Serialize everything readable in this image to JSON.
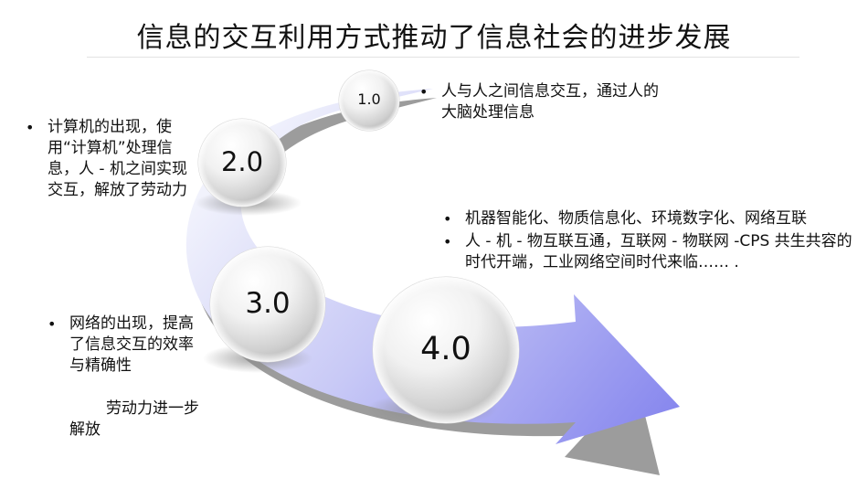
{
  "title": "信息的交互利用方式推动了信息社会的进步发展",
  "stages": [
    {
      "label": "1.0"
    },
    {
      "label": "2.0"
    },
    {
      "label": "3.0"
    },
    {
      "label": "4.0"
    }
  ],
  "notes": {
    "stage1": [
      "人与人之间信息交互，通过人的大脑处理信息"
    ],
    "stage2": [
      "计算机的出现，使用“计算机”处理信息，人 - 机之间实现交互，解放了劳动力"
    ],
    "stage3": [
      "网络的出现，提高了信息交互的效率与精确性"
    ],
    "stage3_extra": "劳动力进一步解放",
    "stage4": [
      "机器智能化、物质信息化、环境数字化、网络互联",
      "人 - 机 - 物互联互通，互联网 - 物联网 -CPS 共生共容的时代开端，工业网络空间时代来临…… ."
    ]
  },
  "colors": {
    "arrow_light": "#eef0fb",
    "arrow_dark": "#8888ee",
    "arrow_shadow": "#9a9a9a",
    "sphere_light": "#ffffff",
    "sphere_dark": "#bdbdbd"
  }
}
